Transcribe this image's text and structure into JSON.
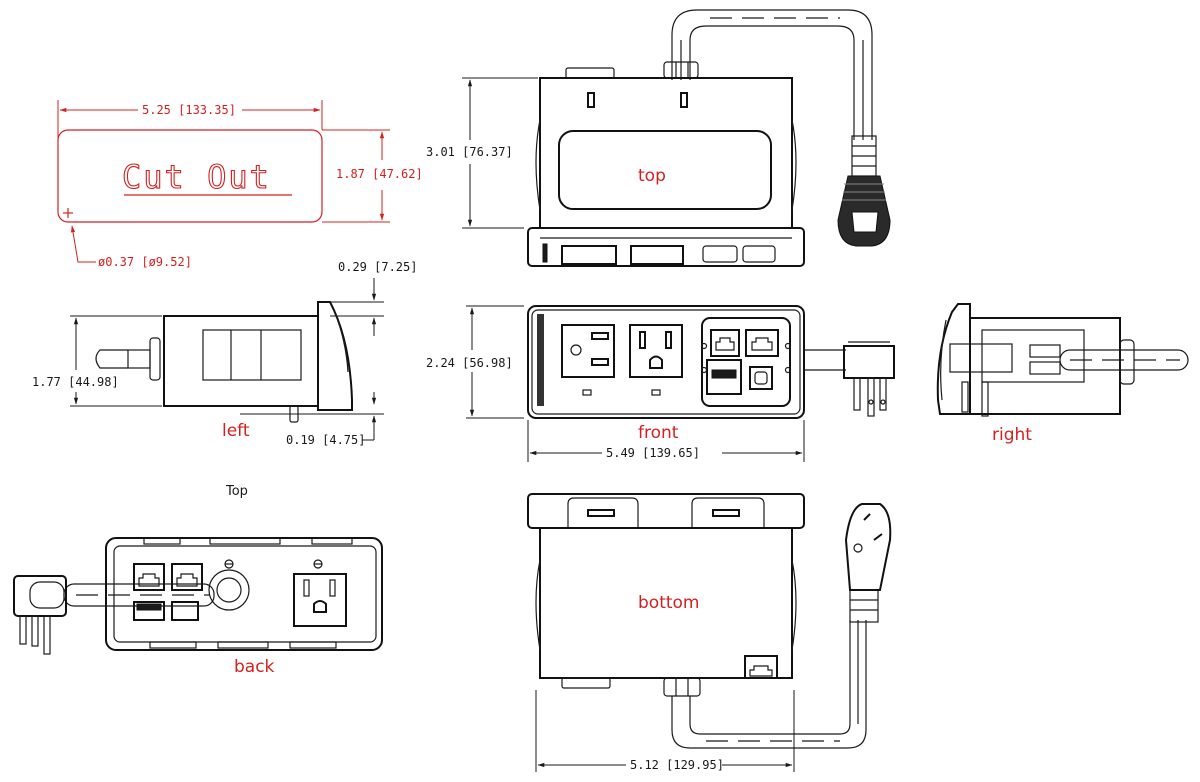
{
  "drawing": {
    "title": "Power/Data Module — Dimensional Drawing",
    "colors": {
      "annotation": "#d42020",
      "linework": "#1a1a1a",
      "background": "#ffffff"
    },
    "cutout": {
      "label": "Cut Out",
      "width_dim": "5.25 [133.35]",
      "height_dim": "1.87 [47.62]",
      "corner_radius_dim": "ø0.37 [ø9.52]"
    },
    "views": {
      "top": {
        "label": "top",
        "height_dim": "3.01 [76.37]"
      },
      "front": {
        "label": "front",
        "height_dim": "2.24 [56.98]",
        "width_dim": "5.49 [139.65]"
      },
      "left": {
        "label": "left",
        "height_dim": "1.77 [44.98]",
        "flange_top_dim": "0.29 [7.25]",
        "flange_bottom_dim": "0.19 [4.75]"
      },
      "right": {
        "label": "right"
      },
      "back": {
        "label": "back",
        "caption": "Top"
      },
      "bottom": {
        "label": "bottom",
        "width_dim": "5.12 [129.95]"
      }
    }
  }
}
